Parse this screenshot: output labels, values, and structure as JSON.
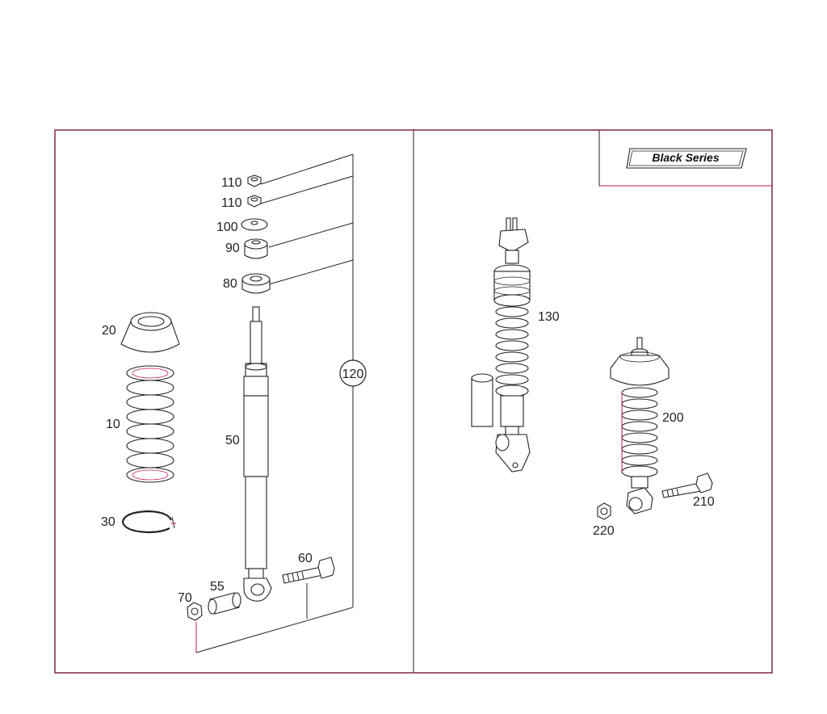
{
  "badge": {
    "text": "Black Series"
  },
  "colors": {
    "frame": "#7a1a3a",
    "accent": "#c2185b",
    "ink": "#222222"
  },
  "callouts": {
    "c110a": "110",
    "c110b": "110",
    "c100": "100",
    "c90": "90",
    "c80": "80",
    "c20": "20",
    "c10": "10",
    "c30": "30",
    "c50": "50",
    "c120": "120",
    "c60": "60",
    "c55": "55",
    "c70": "70",
    "c130": "130",
    "c200": "200",
    "c210": "210",
    "c220": "220"
  }
}
